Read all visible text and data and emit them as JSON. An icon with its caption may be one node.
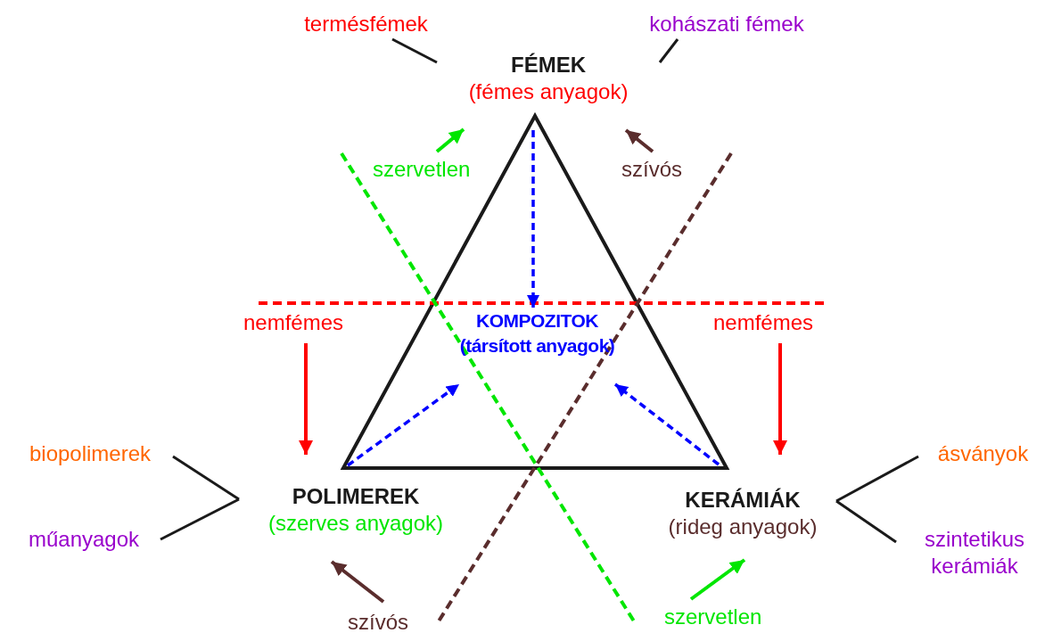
{
  "diagram": {
    "nodes": [
      {
        "text": [
          "FÉMEK",
          "(fémes anyagok)"
        ]
      },
      {
        "text": [
          "termésfémek"
        ]
      },
      {
        "text": [
          "kohászati fémek"
        ]
      },
      {
        "text": [
          "POLIMEREK",
          "(szerves anyagok)"
        ]
      },
      {
        "text": [
          "biopolimerek"
        ]
      },
      {
        "text": [
          "műanyagok"
        ]
      },
      {
        "text": [
          "KERÁMIÁK",
          "(rideg anyagok)"
        ]
      },
      {
        "text": [
          "ásványok"
        ]
      },
      {
        "text": [
          "szintetikus kerámiák"
        ]
      },
      {
        "text": [
          "KOMPOZITOK",
          "(társított anyagok)"
        ]
      }
    ],
    "edges": [
      {
        "from": 1,
        "to": 0,
        "arrow": "none"
      },
      {
        "from": 2,
        "to": 0,
        "arrow": "none"
      },
      {
        "from": 4,
        "to": 3,
        "arrow": "none"
      },
      {
        "from": 5,
        "to": 3,
        "arrow": "none"
      },
      {
        "from": 7,
        "to": 6,
        "arrow": "none"
      },
      {
        "from": 8,
        "to": 6,
        "arrow": "none"
      },
      {
        "from": null,
        "to": 9,
        "arrow": "to",
        "style": "dashed",
        "color": "#0000ff"
      },
      {
        "from": null,
        "to": 9,
        "arrow": "to",
        "style": "dashed",
        "color": "#0000ff"
      },
      {
        "from": null,
        "to": 9,
        "arrow": "to",
        "style": "dashed",
        "color": "#0000ff"
      }
    ],
    "labels": [
      "szervetlen",
      "szívós",
      "nemfémes",
      "nemfémes",
      "szívós",
      "szervetlen"
    ]
  }
}
